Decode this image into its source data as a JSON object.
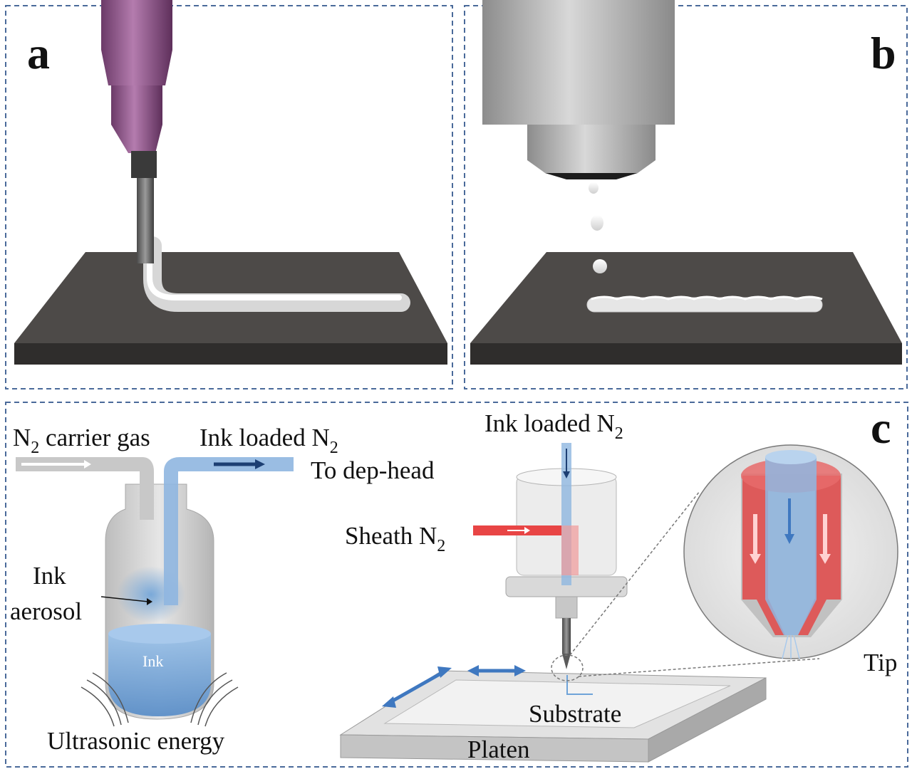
{
  "panels": {
    "a": {
      "letter": "a"
    },
    "b": {
      "letter": "b"
    },
    "c": {
      "letter": "c"
    }
  },
  "labels": {
    "carrier_gas_main": "N",
    "carrier_gas_sub": "2",
    "carrier_gas_rest": " carrier gas",
    "ink_loaded_left_main": "Ink loaded N",
    "ink_loaded_left_sub": "2",
    "to_dep_head": "To dep-head",
    "ink_aerosol_line1": "Ink",
    "ink_aerosol_line2": "aerosol",
    "ink": "Ink",
    "ultrasonic_energy": "Ultrasonic energy",
    "ink_loaded_top_main": "Ink loaded N",
    "ink_loaded_top_sub": "2",
    "sheath_main": "Sheath N",
    "sheath_sub": "2",
    "substrate": "Substrate",
    "platen": "Platen",
    "tip": "Tip"
  },
  "colors": {
    "frame_dash": "#4a6a9a",
    "syringe_purple": "#9a5a92",
    "substrate_dark": "#4d4a48",
    "ink_blue": "#6fa3d8",
    "arrow_blue": "#3f78c0",
    "sheath_red": "#e03a3a"
  }
}
